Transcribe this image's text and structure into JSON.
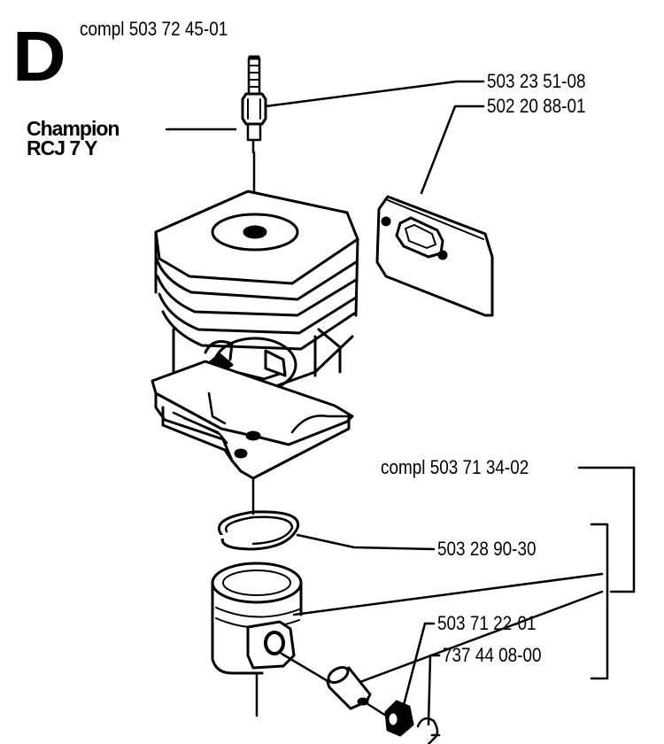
{
  "diagram": {
    "section_letter": "D",
    "cylinder_kit": "compl 503 72 45-01",
    "spark_plug_brand": "Champion",
    "spark_plug_model": "RCJ 7 Y",
    "spark_plug_part": "503 23 51-08",
    "gasket_part": "502 20 88-01",
    "piston_kit": "compl 503 71 34-02",
    "piston_ring_part": "503 28 90-30",
    "pin_part": "503 71 22-01",
    "circlip_part": "737 44 08-00"
  }
}
